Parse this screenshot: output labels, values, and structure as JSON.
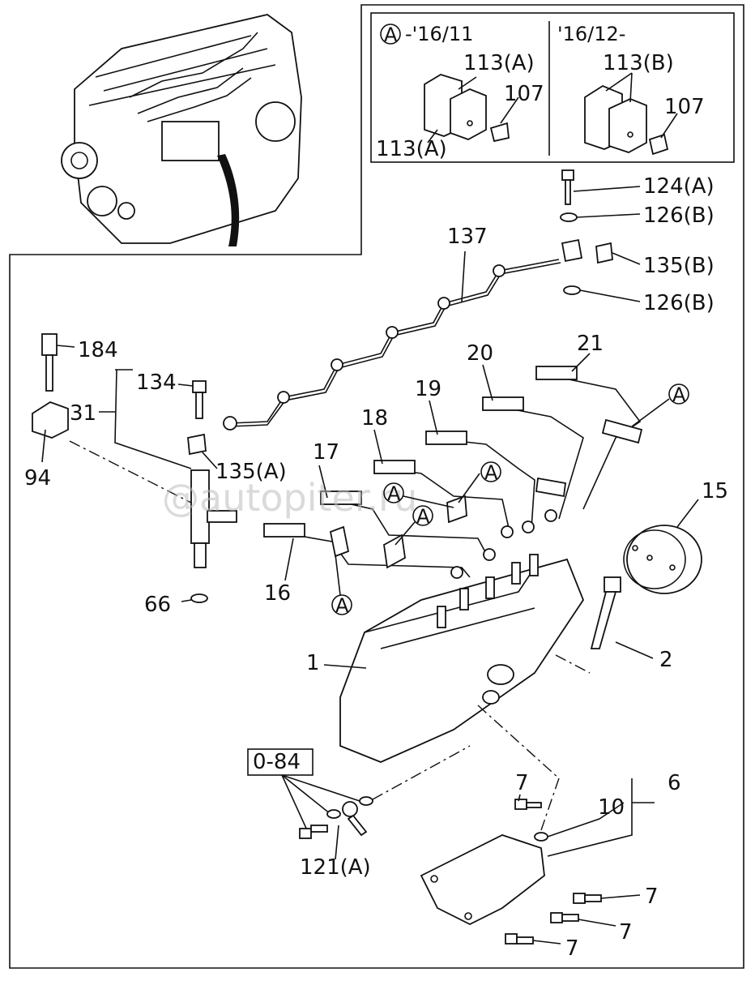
{
  "variant_box": {
    "left": {
      "marker": "A",
      "range": "-'16/11",
      "parts": [
        "113(A)",
        "107",
        "113(A)"
      ]
    },
    "right": {
      "range": "'16/12-",
      "parts": [
        "113(B)",
        "107"
      ]
    }
  },
  "labels": {
    "p124a": "124(A)",
    "p126b_top": "126(B)",
    "p135b": "135(B)",
    "p126b_bot": "126(B)",
    "p137": "137",
    "p184": "184",
    "p134": "134",
    "p31": "31",
    "p94": "94",
    "p135a": "135(A)",
    "p21": "21",
    "p20": "20",
    "p19": "19",
    "p18": "18",
    "p17": "17",
    "p16": "16",
    "p66": "66",
    "p15": "15",
    "p1": "1",
    "p2": "2",
    "p084": "0-84",
    "p121a": "121(A)",
    "p7a": "7",
    "p10": "10",
    "p6": "6",
    "p7b": "7",
    "p7c": "7",
    "p7d": "7",
    "markA1": "A",
    "markA2": "A",
    "markA3": "A",
    "markA4": "A",
    "markA5": "A"
  },
  "watermark": "@autopiter.ru"
}
